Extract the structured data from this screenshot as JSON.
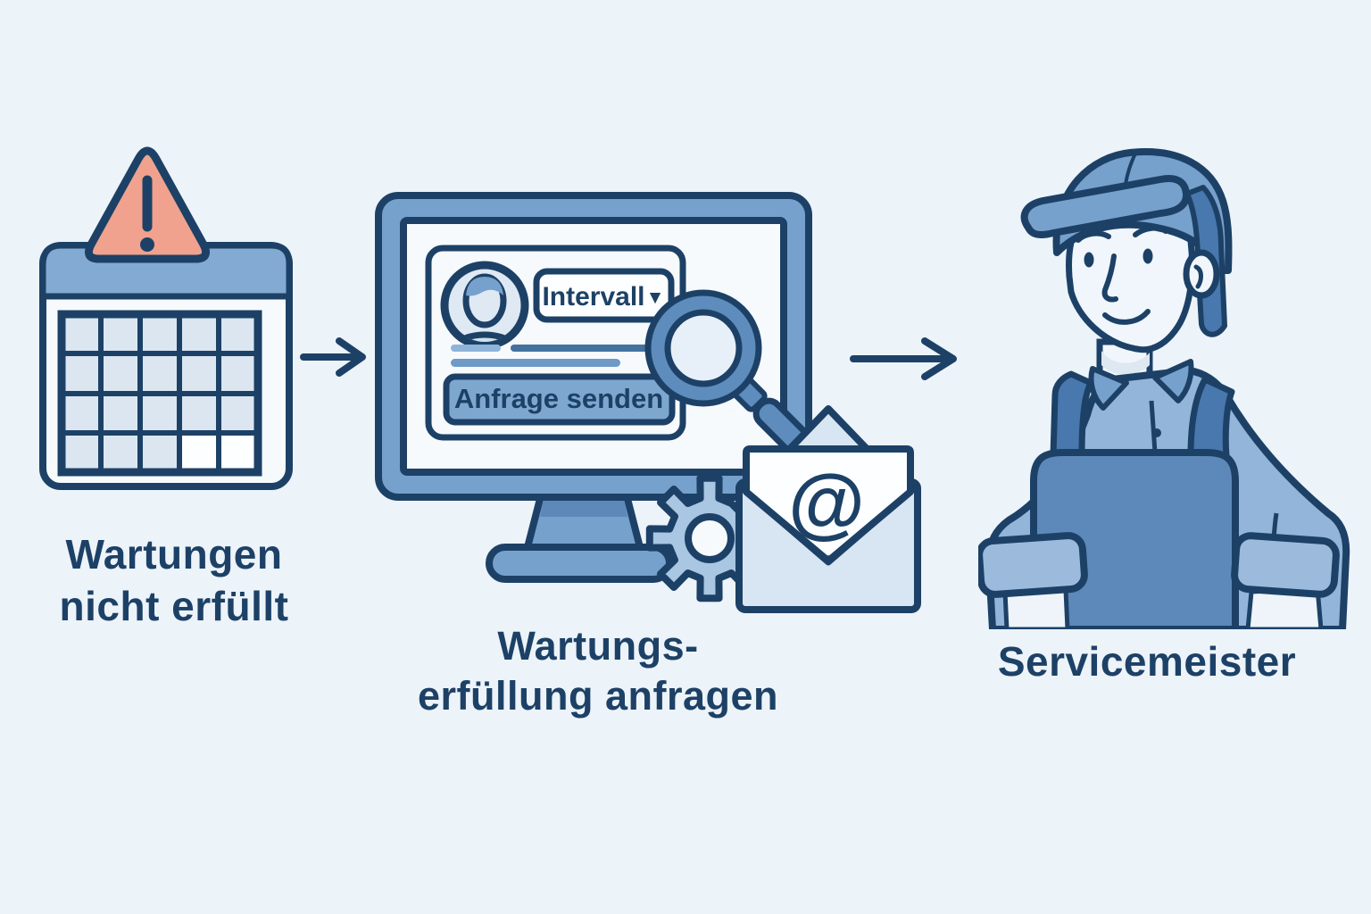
{
  "colors": {
    "background": "#ecf3f9",
    "outline": "#1d4166",
    "mid_blue": "#76a1cc",
    "band_blue": "#82aad2",
    "light_blue": "#dbe6f1",
    "pale_blue": "#f7fafc",
    "salmon": "#f0a28e",
    "shirt_blue": "#92b5d9",
    "apron_blue": "#5d88ba"
  },
  "step1": {
    "label": "Wartungen\nnicht erfüllt"
  },
  "step2": {
    "label": "Wartungs-\nerfüllung anfragen",
    "dropdown_label": "Intervall",
    "dropdown_caret": "▼",
    "button_label": "Anfrage senden",
    "email_symbol": "@"
  },
  "step3": {
    "label": "Servicemeister"
  }
}
